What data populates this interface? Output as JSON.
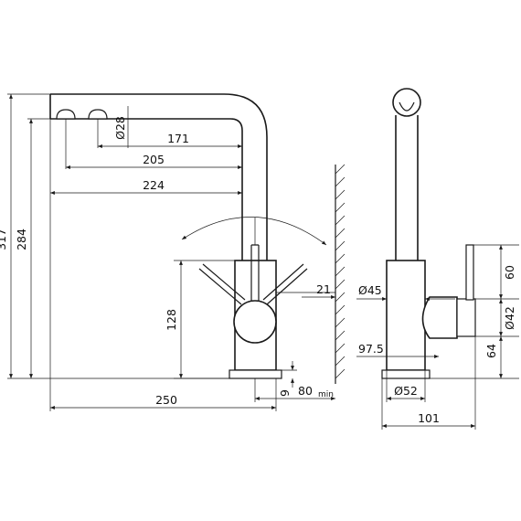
{
  "dimensions": {
    "d317": "317",
    "d284": "284",
    "d28": "Ø28",
    "d171": "171",
    "d205": "205",
    "d224": "224",
    "d128": "128",
    "d21": "21",
    "d250": "250",
    "d9": "9",
    "d80": "80",
    "min_label": "min",
    "d45": "Ø45",
    "d60": "60",
    "d42": "Ø42",
    "d97_5": "97.5",
    "d64": "64",
    "d52": "Ø52",
    "d101": "101"
  },
  "colors": {
    "line": "#1a1a1a",
    "background": "#ffffff"
  }
}
